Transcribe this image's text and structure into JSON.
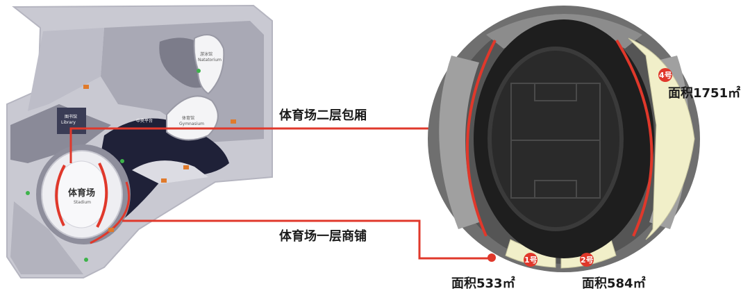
{
  "site_map": {
    "stadium_label": "体育场",
    "stadium_label_en": "Stadium",
    "gym_label": "体育馆",
    "gym_label_en": "Gymnasium",
    "pool_label": "游泳馆",
    "pool_label_en": "Natatorium",
    "building_label": "图书馆",
    "building_label_en": "Library",
    "plaza_label": "中央平台"
  },
  "callouts": {
    "upper_boxes": "体育场二层包厢",
    "ground_shops": "体育场一层商铺"
  },
  "shops": [
    {
      "badge": "1号",
      "area": "面积533㎡"
    },
    {
      "badge": "2号",
      "area": "面积584㎡"
    },
    {
      "badge": "4号",
      "area": "面积1751㎡"
    }
  ],
  "colors": {
    "accent_red": "#e0382b",
    "shop_highlight": "#f1efc9",
    "field_dark": "#2a2a2a",
    "map_gray": "#9a9aa6",
    "map_dark": "#1f2138"
  }
}
